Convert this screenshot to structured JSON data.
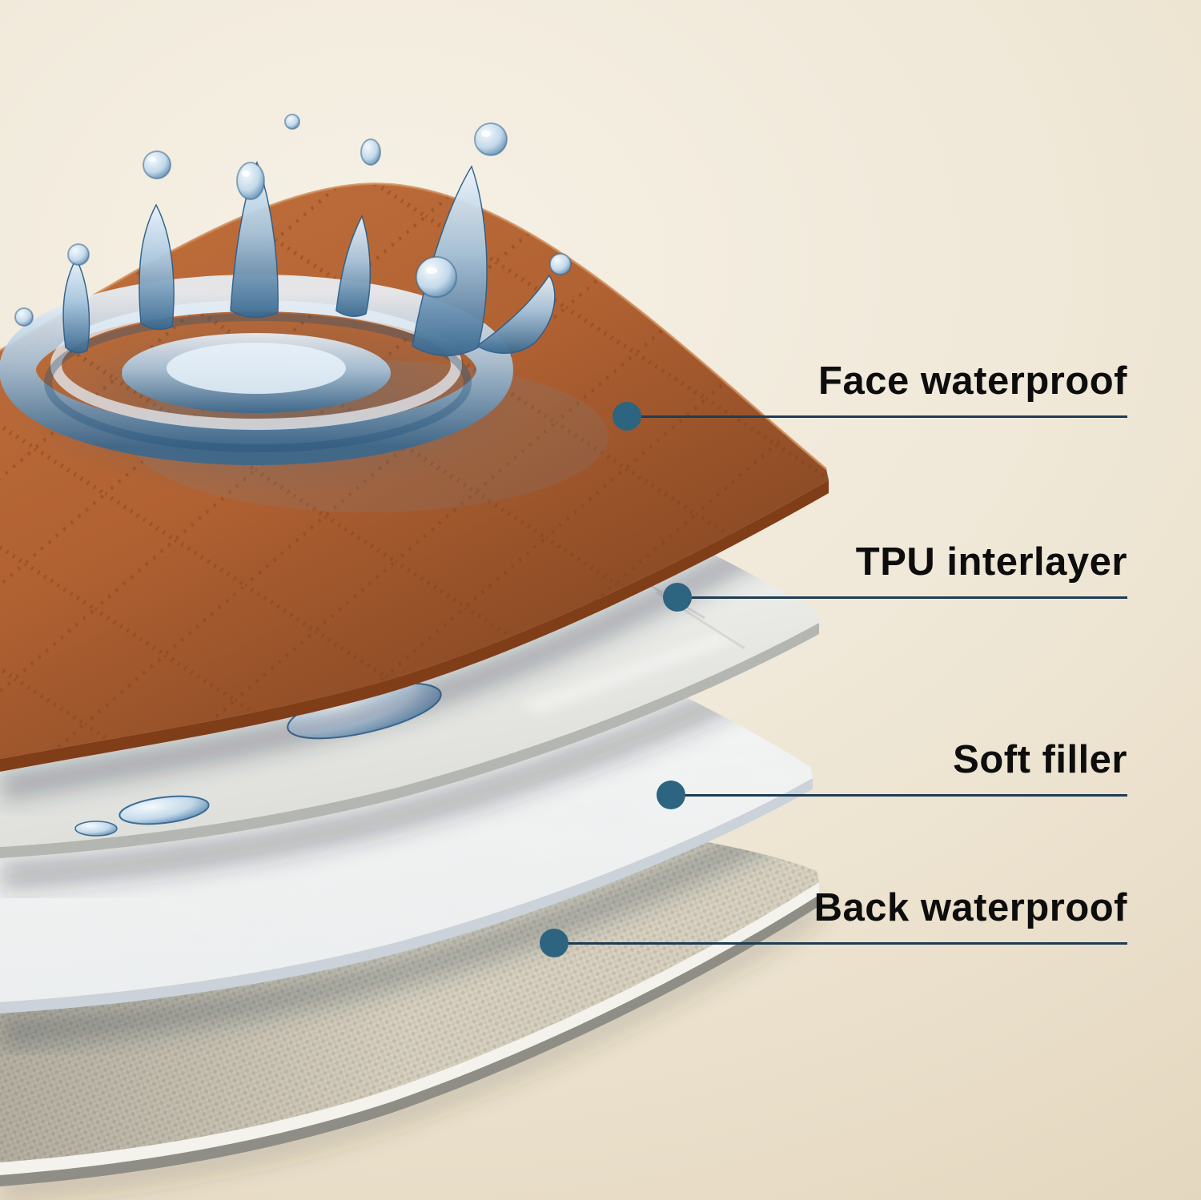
{
  "diagram": {
    "type": "layered-material-cross-section",
    "layer_count": 4
  },
  "callouts": [
    {
      "id": "face-waterproof",
      "label": "Face waterproof"
    },
    {
      "id": "tpu-interlayer",
      "label": "TPU interlayer"
    },
    {
      "id": "soft-filler",
      "label": "Soft filler"
    },
    {
      "id": "back-waterproof",
      "label": "Back waterproof"
    }
  ],
  "colors": {
    "background": "#efe7d6",
    "callout_dot": "#2d6480",
    "callout_line": "#1e3c54",
    "label_text": "#0d0d0d",
    "fabric_orange": "#b06132",
    "fabric_orange_edge": "#7f3d18",
    "tpu_white": "#eff0ec",
    "filler_white": "#f9faf9",
    "back_fabric": "#d6d0c2",
    "water_blue": "#4a7aa3"
  }
}
